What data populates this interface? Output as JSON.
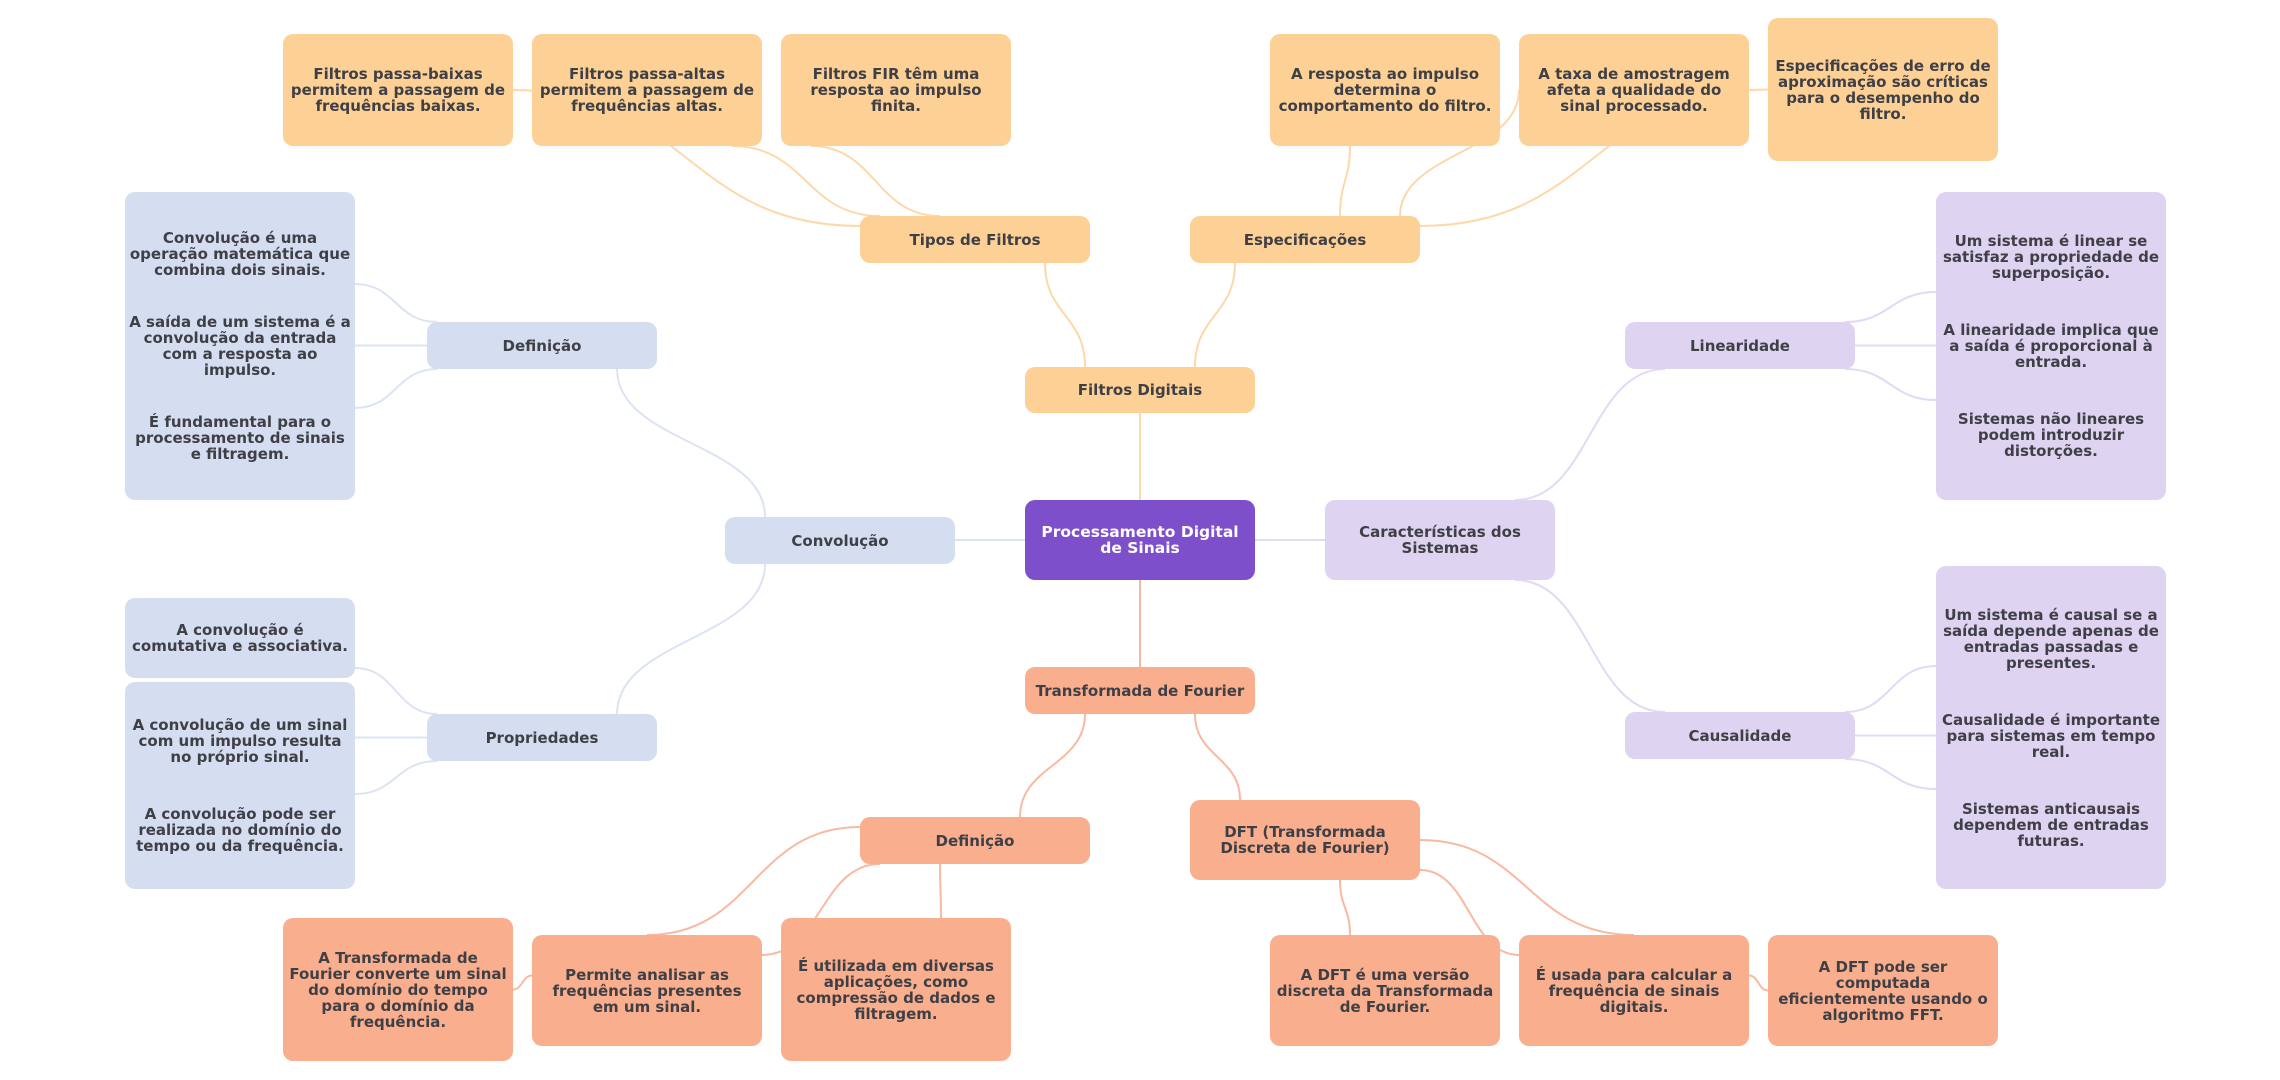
{
  "title": "Processamento Digital de Sinais",
  "colors": {
    "root": "#7e4fca",
    "filters": "#fdd196",
    "convolution": "#d5ddf1",
    "systems": "#ded3f1",
    "fourier": "#f9ae8e",
    "edge_filters": "#fdd8a8",
    "edge_convolution": "#dbe3f4",
    "edge_systems": "#e2d9f4",
    "edge_fourier": "#f9b9a0"
  },
  "branches": {
    "filtros": {
      "label": "Filtros Digitais",
      "tipos": {
        "label": "Tipos de Filtros",
        "leaves": [
          "Filtros passa-baixas permitem a passagem de frequências baixas.",
          "Filtros passa-altas permitem a passagem de frequências altas.",
          "Filtros FIR têm uma resposta ao impulso finita."
        ]
      },
      "especificacoes": {
        "label": "Especificações",
        "leaves": [
          "A resposta ao impulso determina o comportamento do filtro.",
          "A taxa de amostragem afeta a qualidade do sinal processado.",
          "Especificações de erro de aproximação são críticas para o desempenho do filtro."
        ]
      }
    },
    "convolucao": {
      "label": "Convolução",
      "definicao": {
        "label": "Definição",
        "leaves": [
          "Convolução é uma operação matemática que combina dois sinais.",
          "A saída de um sistema é a convolução da entrada com a resposta ao impulso.",
          "É fundamental para o processamento de sinais e filtragem."
        ]
      },
      "propriedades": {
        "label": "Propriedades",
        "leaves": [
          "A convolução é comutativa e associativa.",
          "A convolução de um sinal com um impulso resulta no próprio sinal.",
          "A convolução pode ser realizada no domínio do tempo ou da frequência."
        ]
      }
    },
    "caracteristicas": {
      "label": "Características dos Sistemas",
      "linearidade": {
        "label": "Linearidade",
        "leaves": [
          "Um sistema é linear se satisfaz a propriedade de superposição.",
          "A linearidade implica que a saída é proporcional à entrada.",
          "Sistemas não lineares podem introduzir distorções."
        ]
      },
      "causalidade": {
        "label": "Causalidade",
        "leaves": [
          "Um sistema é causal se a saída depende apenas de entradas passadas e presentes.",
          "Causalidade é importante para sistemas em tempo real.",
          "Sistemas anticausais dependem de entradas futuras."
        ]
      }
    },
    "fourier": {
      "label": "Transformada de Fourier",
      "definicao": {
        "label": "Definição",
        "leaves": [
          "A Transformada de Fourier converte um sinal do domínio do tempo para o domínio da frequência.",
          "Permite analisar as frequências presentes em um sinal.",
          "É utilizada em diversas aplicações, como compressão de dados e filtragem."
        ]
      },
      "dft": {
        "label": "DFT (Transformada Discreta de Fourier)",
        "leaves": [
          "A DFT é uma versão discreta da Transformada de Fourier.",
          "É usada para calcular a frequência de sinais digitais.",
          "A DFT pode ser computada eficientemente usando o algoritmo FFT."
        ]
      }
    }
  }
}
